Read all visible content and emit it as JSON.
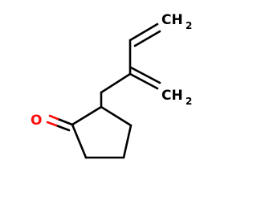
{
  "atoms": {
    "oxygen": {
      "symbol": "O",
      "color": "#ff0d0d"
    },
    "terminal_vinyl": {
      "symbol": "CH",
      "subscript": "2",
      "color": "#000000"
    },
    "terminal_methylene": {
      "symbol": "CH",
      "subscript": "2",
      "color": "#000000"
    }
  },
  "colors": {
    "bond": "#000000",
    "oxygen": "#ff0d0d",
    "background": "#ffffff"
  }
}
